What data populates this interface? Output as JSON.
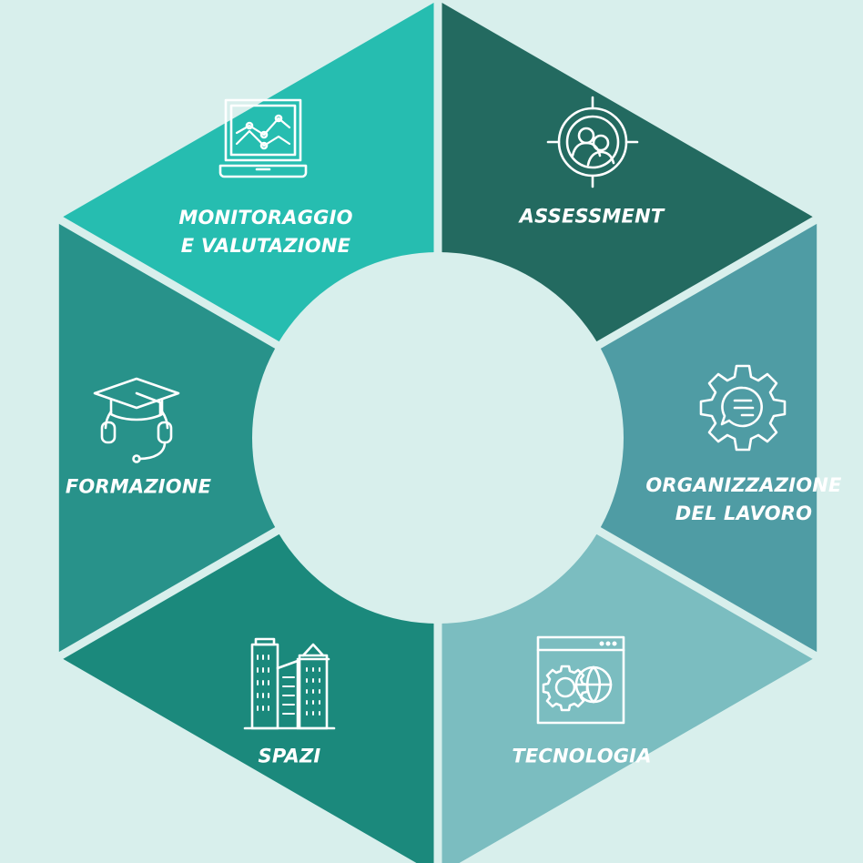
{
  "diagram": {
    "background_color": "#d8efec",
    "center_color": "#d8efec",
    "segments": [
      {
        "id": "assessment",
        "label_lines": [
          "ASSESSMENT"
        ],
        "icon": "target-people-icon",
        "color": "#236a60"
      },
      {
        "id": "organizzazione",
        "label_lines": [
          "ORGANIZZAZIONE",
          "DEL LAVORO"
        ],
        "icon": "gear-chat-icon",
        "color": "#4f9ca4"
      },
      {
        "id": "tecnologia",
        "label_lines": [
          "TECNOLOGIA"
        ],
        "icon": "browser-gears-icon",
        "color": "#7bbdc0"
      },
      {
        "id": "spazi",
        "label_lines": [
          "SPAZI"
        ],
        "icon": "buildings-icon",
        "color": "#1b897c"
      },
      {
        "id": "formazione",
        "label_lines": [
          "FORMAZIONE"
        ],
        "icon": "graduation-headset-icon",
        "color": "#28928a"
      },
      {
        "id": "monitoraggio",
        "label_lines": [
          "MONITORAGGIO",
          "E VALUTAZIONE"
        ],
        "icon": "laptop-chart-icon",
        "color": "#26bdb0"
      }
    ]
  }
}
